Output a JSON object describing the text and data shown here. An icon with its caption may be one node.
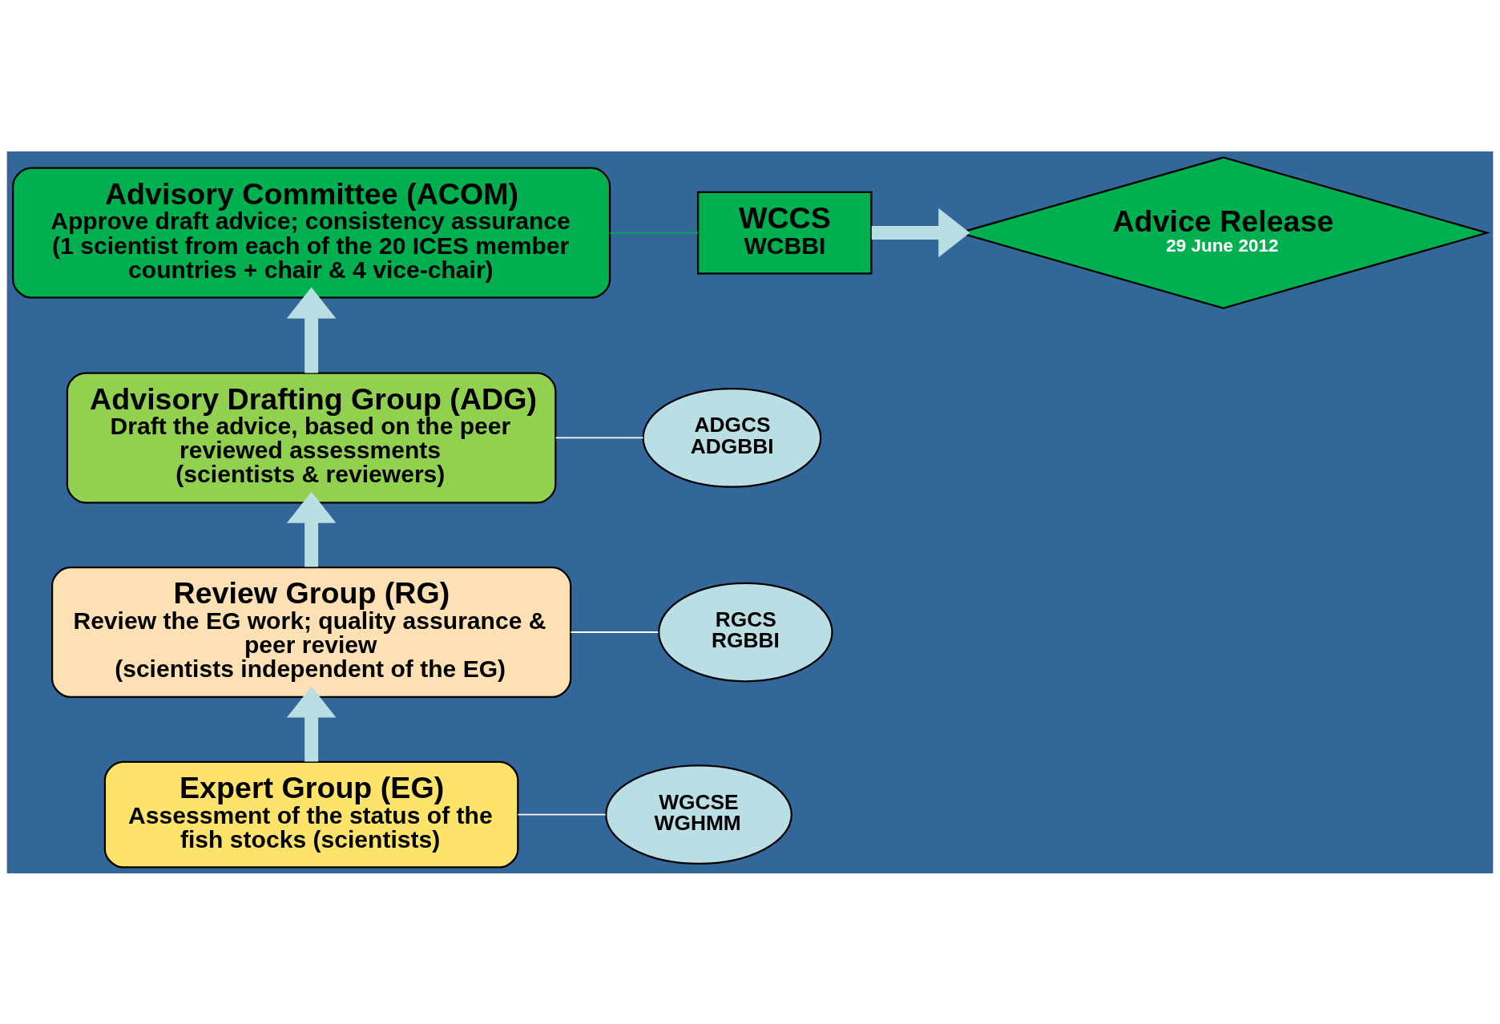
{
  "diagram": {
    "nodes": [
      {
        "text": [
          "Advisory Committee (ACOM)",
          "Approve draft advice; consistency assurance",
          "(1 scientist from each of the 20 ICES member countries + chair & 4 vice-chair)"
        ]
      },
      {
        "text": [
          "WCCS",
          "WCBBI"
        ]
      },
      {
        "text": [
          "Advice Release",
          "29 June 2012"
        ]
      },
      {
        "text": [
          "Advisory Drafting Group (ADG)",
          "Draft the advice, based on the peer reviewed assessments",
          "(scientists & reviewers)"
        ]
      },
      {
        "text": [
          "ADGCS",
          "ADGBBI"
        ]
      },
      {
        "text": [
          "Review Group (RG)",
          "Review the EG work; quality assurance & peer review",
          "(scientists independent of the EG)"
        ]
      },
      {
        "text": [
          "RGCS",
          "RGBBI"
        ]
      },
      {
        "text": [
          "Expert Group (EG)",
          "Assessment of the status of the fish stocks (scientists)"
        ]
      },
      {
        "text": [
          "WGCSE",
          "WGHMM"
        ]
      }
    ],
    "edges": [
      {
        "from": 7,
        "to": 5,
        "arrow": "to",
        "style": "thick"
      },
      {
        "from": 5,
        "to": 3,
        "arrow": "to",
        "style": "thick"
      },
      {
        "from": 3,
        "to": 0,
        "arrow": "to",
        "style": "thick"
      },
      {
        "from": 0,
        "to": 1,
        "arrow": "none",
        "color": "#00b050"
      },
      {
        "from": 1,
        "to": 2,
        "arrow": "to",
        "style": "thick"
      },
      {
        "from": 3,
        "to": 4,
        "arrow": "none",
        "color": "#ffffff"
      },
      {
        "from": 5,
        "to": 6,
        "arrow": "none",
        "color": "#ffffff"
      },
      {
        "from": 7,
        "to": 8,
        "arrow": "none",
        "color": "#ffffff"
      }
    ]
  }
}
